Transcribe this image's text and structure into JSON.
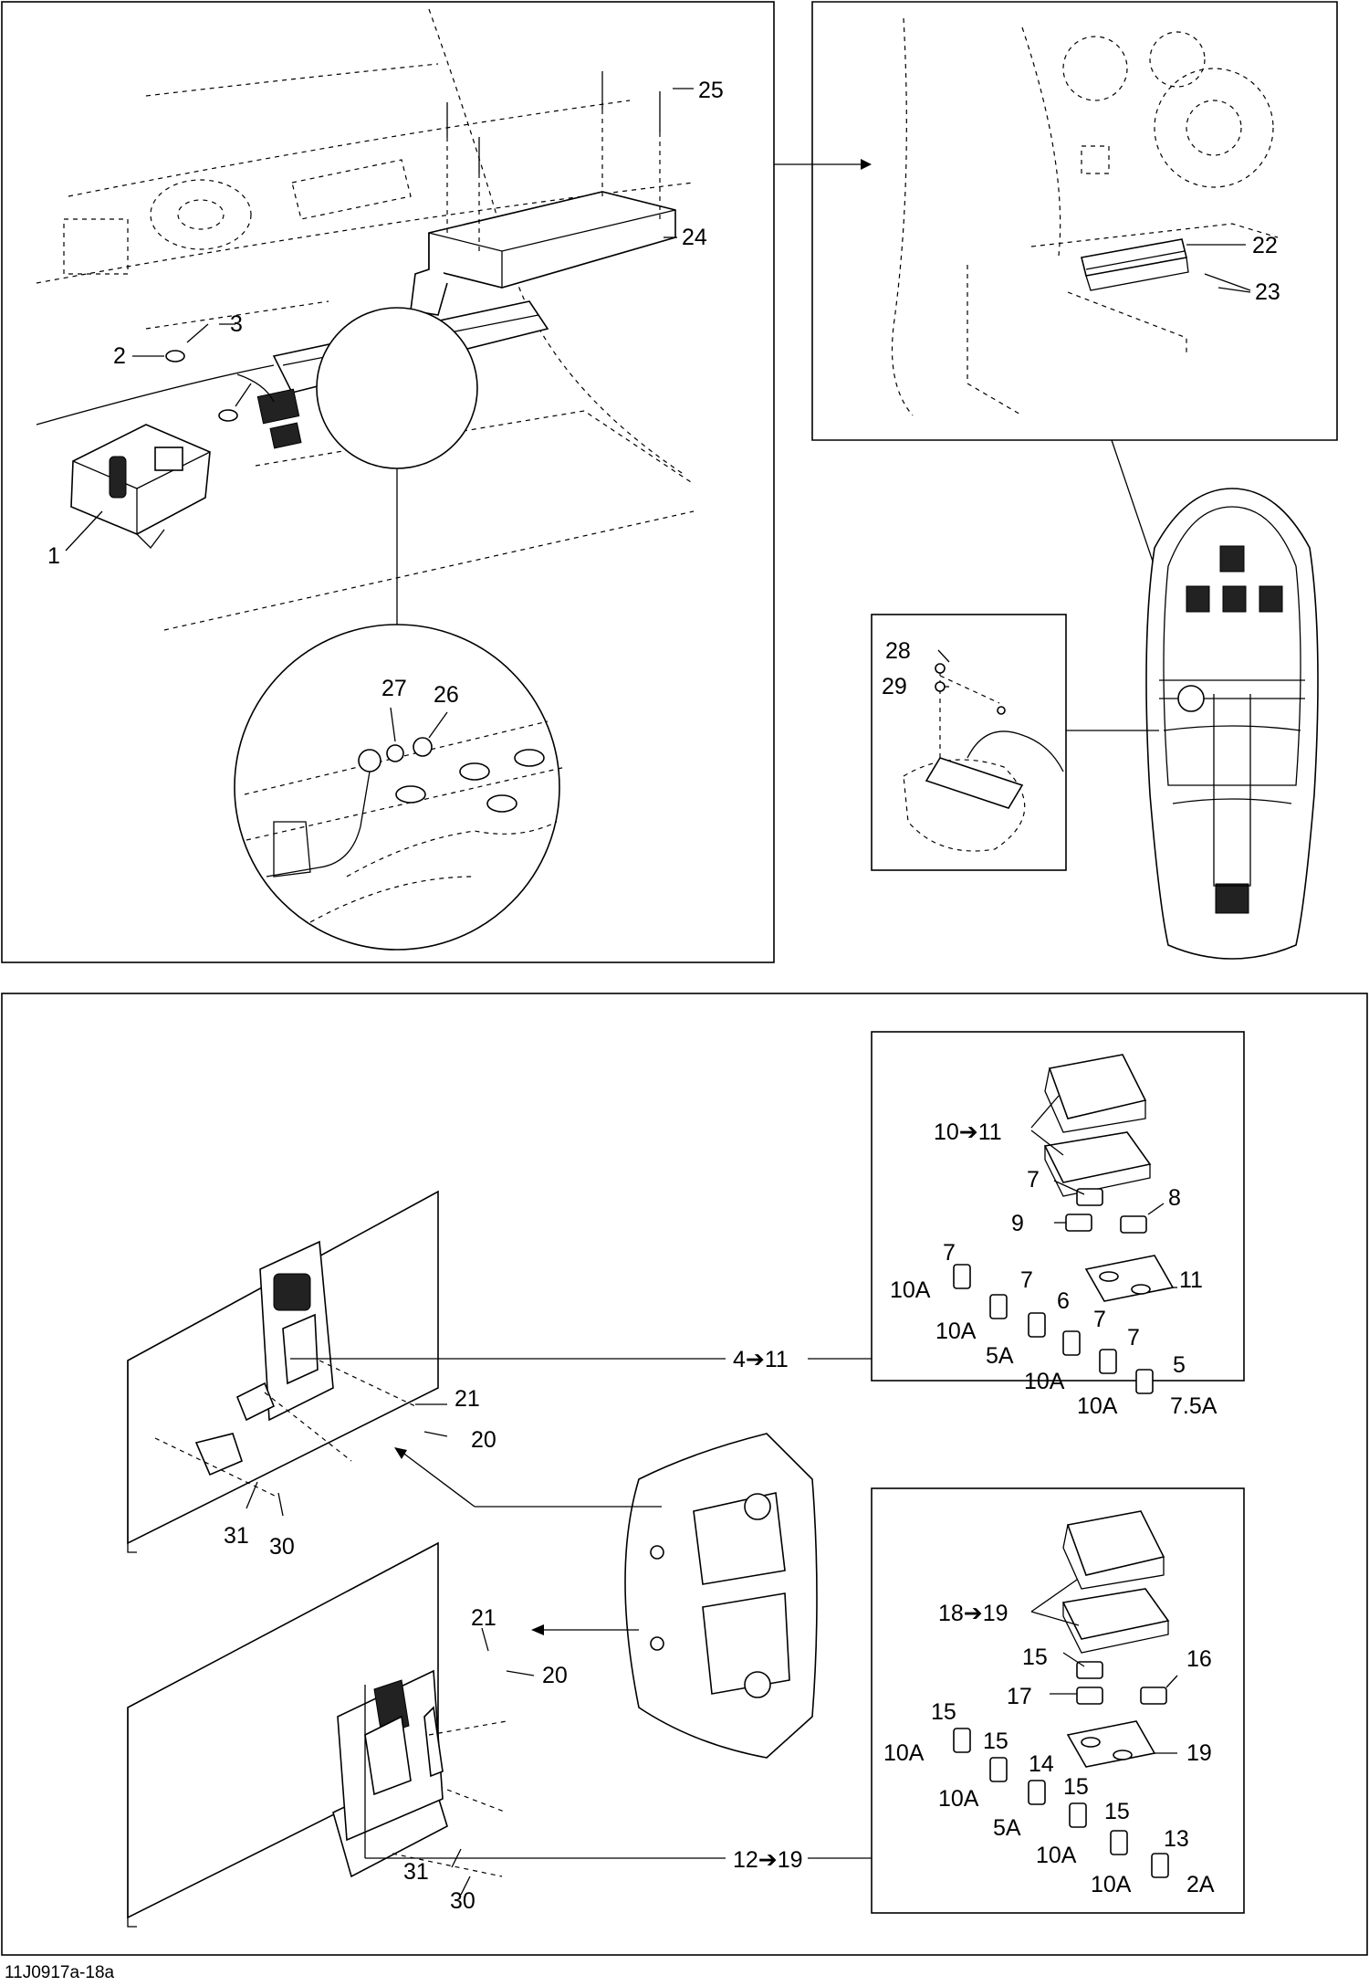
{
  "callouts": {
    "c1": "1",
    "c2": "2",
    "c3": "3",
    "c22": "22",
    "c23": "23",
    "c24": "24",
    "c25": "25",
    "c26": "26",
    "c27": "27",
    "c28": "28",
    "c29": "29",
    "c4_11": "4➔11",
    "c10_11": "10➔11",
    "c7a": "7",
    "c8": "8",
    "c9": "9",
    "c11": "11",
    "c7b": "7",
    "c10a_1": "10A",
    "c7c": "7",
    "c10a_2": "10A",
    "c6": "6",
    "c5a": "5A",
    "c7d": "7",
    "c10a_3": "10A",
    "c7e": "7",
    "c10a_4": "10A",
    "c5": "5",
    "c75a": "7.5A",
    "c21a": "21",
    "c20a": "20",
    "c31a": "31",
    "c30a": "30",
    "c21b": "21",
    "c20b": "20",
    "c31b": "31",
    "c30b": "30",
    "c18_19": "18➔19",
    "c15a": "15",
    "c16": "16",
    "c17": "17",
    "c19": "19",
    "c15b": "15",
    "c10a_5": "10A",
    "c15c": "15",
    "c10a_6": "10A",
    "c14": "14",
    "c5a_2": "5A",
    "c15d": "15",
    "c10a_7": "10A",
    "c15e": "15",
    "c10a_8": "10A",
    "c13": "13",
    "c2a": "2A",
    "c12_19": "12➔19"
  },
  "reference_code": "11J0917a-18a"
}
